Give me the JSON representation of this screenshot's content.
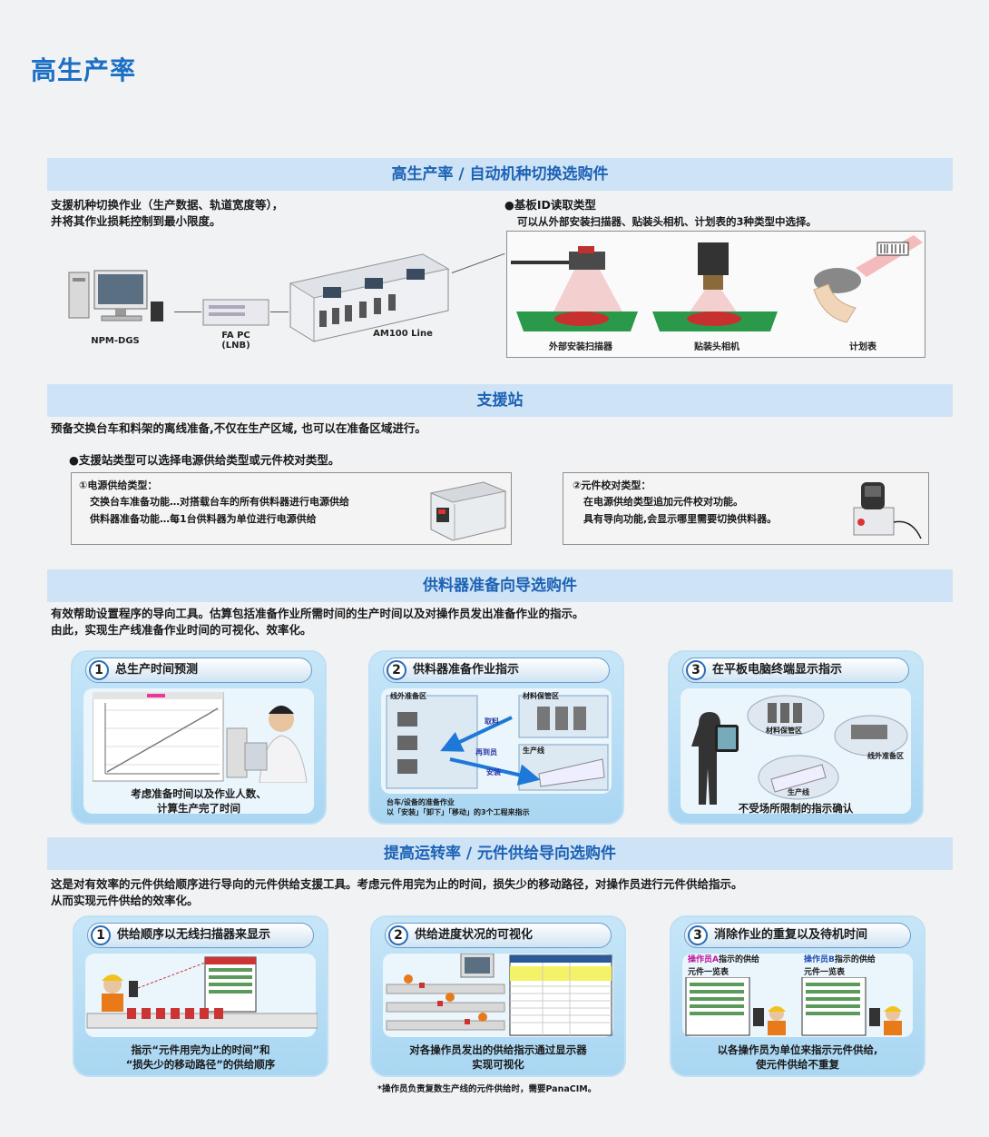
{
  "page_title": "高生产率",
  "s1": {
    "title": "高生产率 / 自动机种切换选购件",
    "desc": [
      "支援机种切换作业（生产数据、轨道宽度等），",
      "并将其作业损耗控制到最小限度。"
    ],
    "devices": {
      "npm": "NPM-DGS",
      "fapc_line1": "FA PC",
      "fapc_line2": "(LNB)",
      "am100": "AM100 Line"
    },
    "board_id_title": "●基板ID读取类型",
    "board_id_desc": "可以从外部安装扫描器、贴装头相机、计划表的3种类型中选择。",
    "board_types": [
      "外部安装扫描器",
      "贴装头相机",
      "计划表"
    ]
  },
  "s2": {
    "title": "支援站",
    "desc": "预备交换台车和料架的离线准备,不仅在生产区域, 也可以在准备区域进行。",
    "bullet": "●支援站类型可以选择电源供给类型或元件校对类型。",
    "box1": {
      "title": "①电源供给类型：",
      "line1": "交换台车准备功能…对搭载台车的所有供料器进行电源供给",
      "line2": "供料器准备功能…每1台供料器为单位进行电源供给"
    },
    "box2": {
      "title": "②元件校对类型：",
      "line1": "在电源供给类型追加元件校对功能。",
      "line2": "具有导向功能,会显示哪里需要切换供料器。"
    }
  },
  "s3": {
    "title": "供料器准备向导选购件",
    "desc": [
      "有效帮助设置程序的导向工具。估算包括准备作业所需时间的生产时间以及对操作员发出准备作业的指示。",
      "由此，实现生产线准备作业时间的可视化、效率化。"
    ],
    "panels": [
      {
        "num": "1",
        "title": "总生产时间预测",
        "caption": [
          "考虑准备时间以及作业人数、",
          "计算生产完了时间"
        ]
      },
      {
        "num": "2",
        "title": "供料器准备作业指示",
        "caption": [
          "台车/设备的准备作业",
          "以「安装」「卸下」「移动」的3个工程来指示"
        ],
        "labels": {
          "area_out": "线外准备区",
          "area_store": "材料保管区",
          "area_line": "生产线",
          "arrow_take": "取料",
          "arrow_remove": "再到员",
          "arrow_install": "安装"
        }
      },
      {
        "num": "3",
        "title": "在平板电脑终端显示指示",
        "caption": [
          "不受场所限制的指示确认"
        ],
        "labels": {
          "store": "材料保管区",
          "out": "线外准备区",
          "line": "生产线"
        }
      }
    ]
  },
  "s4": {
    "title": "提高运转率 / 元件供给导向选购件",
    "desc": [
      "这是对有效率的元件供给顺序进行导向的元件供给支援工具。考虑元件用完为止的时间，损失少的移动路径，对操作员进行元件供给指示。",
      "从而实现元件供给的效率化。"
    ],
    "panels": [
      {
        "num": "1",
        "title": "供给顺序以无线扫描器来显示",
        "caption": [
          "指示“元件用完为止的时间”和",
          "“损失少的移动路径”的供给顺序"
        ]
      },
      {
        "num": "2",
        "title": "供给进度状况的可视化",
        "caption": [
          "对各操作员发出的供给指示通过显示器",
          "实现可视化"
        ]
      },
      {
        "num": "3",
        "title": "消除作业的重复以及待机时间",
        "caption": [
          "以各操作员为单位来指示元件供给,",
          "使元件供给不重复"
        ],
        "labels": {
          "a_hl": "操作员A",
          "a_rest": "指示的供给",
          "a_line2": "元件一览表",
          "b_hl": "操作员B",
          "b_rest": "指示的供给",
          "b_line2": "元件一览表"
        }
      }
    ],
    "footnote": "*操作员负责复数生产线的元件供给时，需要PanaCIM。"
  },
  "colors": {
    "title_blue": "#1b6fc4",
    "header_bg": "#cfe3f6",
    "panel_blue": "#a9d6f2",
    "board_green": "#2a9a4a",
    "highlight_yellow": "#f4f266"
  }
}
